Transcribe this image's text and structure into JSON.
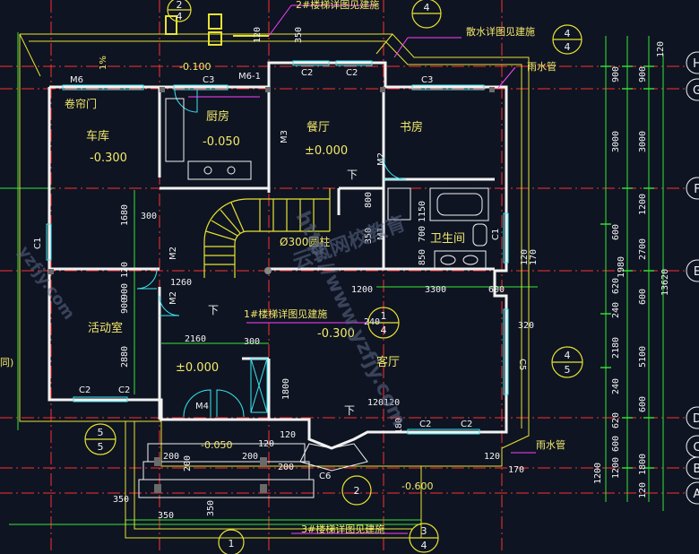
{
  "colors": {
    "background": "#0e1422",
    "wall": "#f2f2f2",
    "axis": "#ff3030",
    "dimension": "#35e635",
    "outline": "#e8e232",
    "text_yellow": "#f3e96a",
    "text_white": "#ffffff",
    "magenta": "#ff40ff",
    "cyan": "#39e7ee",
    "watermark": "#5d6a88"
  },
  "rooms": [
    {
      "key": "garage",
      "label": "车库",
      "level": "-0.300"
    },
    {
      "key": "kitchen",
      "label": "厨房",
      "level": "-0.050"
    },
    {
      "key": "dining",
      "label": "餐厅",
      "level": "±0.000"
    },
    {
      "key": "study",
      "label": "书房"
    },
    {
      "key": "bathroom",
      "label": "卫生间"
    },
    {
      "key": "activity",
      "label": "活动室"
    },
    {
      "key": "living",
      "label": "客厅",
      "level": "-0.300"
    },
    {
      "key": "hall",
      "level": "±0.000"
    }
  ],
  "notes": {
    "shutter_door": "卷帘门",
    "column": "Ø300圆柱",
    "stair_top": "2#楼梯详图见建施",
    "stair_1": "1#楼梯详图见建施",
    "stair_3": "3#楼梯详图见建施",
    "apron": "散水详图见建施",
    "downpipe_1": "雨水管",
    "downpipe_2": "雨水管",
    "slope": "1%",
    "up_1": "下",
    "up_2": "下",
    "up_3": "下",
    "left_edge": "同)",
    "level_1": "-0.100",
    "level_2": "-0.050",
    "level_3": "-0.600"
  },
  "openings": {
    "m6": "M6",
    "m61": "M6-1",
    "c3a": "C3",
    "c2a": "C2",
    "c2b": "C2",
    "c3b": "C3",
    "m3": "M3",
    "m2a": "M2",
    "m2b": "M2",
    "m2c": "M2",
    "c1a": "C1",
    "c1b": "C1",
    "c2c": "C2",
    "c2d": "C2",
    "m4": "M4",
    "c6": "C6",
    "c2e": "C2",
    "c2f": "C2",
    "c5": "C5",
    "m1": "M1"
  },
  "callouts": [
    {
      "num": "2",
      "den": "4"
    },
    {
      "num": "4",
      "den": "4"
    },
    {
      "num": "1",
      "den": "4"
    },
    {
      "num": "4",
      "den": "5"
    },
    {
      "num": "5",
      "den": "5"
    },
    {
      "num": "2",
      "den": ""
    },
    {
      "num": "3",
      "den": "4"
    },
    {
      "num": "1",
      "den": ""
    },
    {
      "num": "4",
      "den": ""
    }
  ],
  "axes_right": [
    "H",
    "G",
    "F",
    "E",
    "D",
    "C",
    "B",
    "A"
  ],
  "dims_right_outer": [
    "120",
    "900",
    "3000",
    "1200",
    "2700",
    "1980",
    "600",
    "5100",
    "600",
    "1800",
    "120"
  ],
  "dims_right_inner": [
    "900",
    "3000",
    "600",
    "620",
    "240",
    "2180",
    "240",
    "620",
    "600",
    "1200"
  ],
  "dim_total": "13620",
  "dims_interior": {
    "d300a": "300",
    "d1680": "1680",
    "d120a": "120",
    "d900a": "900",
    "d1260": "1260",
    "d2160": "2160",
    "d300b": "300",
    "d1200a": "1200",
    "d3300": "3300",
    "d600a": "600",
    "d800": "800",
    "d350a": "350",
    "d1150": "1150",
    "d700": "700",
    "d850": "850",
    "d120b": "120",
    "d170": "170",
    "d320": "320",
    "d1800": "1800",
    "d2880": "2880",
    "d900b": "900",
    "d120120": "120120",
    "d180": "180",
    "d120c": "120",
    "d200a": "200",
    "d200b": "200",
    "d200c": "200",
    "d200d": "200",
    "d350b": "350",
    "d350c": "350",
    "d350d": "350",
    "d120d": "120",
    "d120e": "120",
    "d170b": "170",
    "d1200b": "1200",
    "d240": "240",
    "d350t": "350",
    "d120t": "120"
  },
  "watermark": {
    "line1": "http://www.yzfjy.com",
    "line2": "云筑网校教育",
    "line3": "yzfjy.com"
  }
}
